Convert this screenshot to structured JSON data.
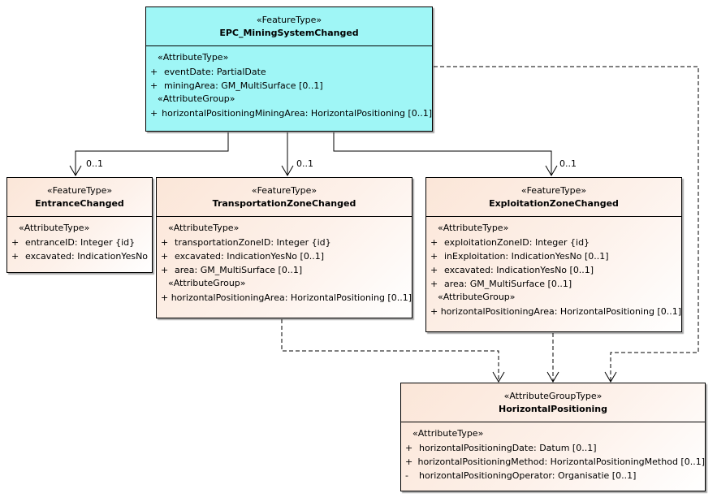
{
  "classes": {
    "epc": {
      "stereotype": "«FeatureType»",
      "name": "EPC_MiningSystemChanged",
      "groups": [
        {
          "label": "«AttributeType»",
          "attrs": [
            {
              "vis": "+",
              "text": "eventDate: PartialDate"
            },
            {
              "vis": "+",
              "text": "miningArea: GM_MultiSurface [0..1]"
            }
          ]
        },
        {
          "label": "«AttributeGroup»",
          "attrs": [
            {
              "vis": "+",
              "text": "horizontalPositioningMiningArea: HorizontalPositioning [0..1]"
            }
          ]
        }
      ]
    },
    "entrance": {
      "stereotype": "«FeatureType»",
      "name": "EntranceChanged",
      "groups": [
        {
          "label": "«AttributeType»",
          "attrs": [
            {
              "vis": "+",
              "text": "entranceID: Integer {id}"
            },
            {
              "vis": "+",
              "text": "excavated: IndicationYesNo"
            }
          ]
        }
      ]
    },
    "transport": {
      "stereotype": "«FeatureType»",
      "name": "TransportationZoneChanged",
      "groups": [
        {
          "label": "«AttributeType»",
          "attrs": [
            {
              "vis": "+",
              "text": "transportationZoneID: Integer {id}"
            },
            {
              "vis": "+",
              "text": "excavated: IndicationYesNo [0..1]"
            },
            {
              "vis": "+",
              "text": "area: GM_MultiSurface [0..1]"
            }
          ]
        },
        {
          "label": "«AttributeGroup»",
          "attrs": [
            {
              "vis": "+",
              "text": "horizontalPositioningArea: HorizontalPositioning [0..1]"
            }
          ]
        }
      ]
    },
    "exploit": {
      "stereotype": "«FeatureType»",
      "name": "ExploitationZoneChanged",
      "groups": [
        {
          "label": "«AttributeType»",
          "attrs": [
            {
              "vis": "+",
              "text": "exploitationZoneID: Integer {id}"
            },
            {
              "vis": "+",
              "text": "inExploitation: IndicationYesNo [0..1]"
            },
            {
              "vis": "+",
              "text": "excavated: IndicationYesNo [0..1]"
            },
            {
              "vis": "+",
              "text": "area: GM_MultiSurface [0..1]"
            }
          ]
        },
        {
          "label": "«AttributeGroup»",
          "attrs": [
            {
              "vis": "+",
              "text": "horizontalPositioningArea: HorizontalPositioning [0..1]"
            }
          ]
        }
      ]
    },
    "hpos": {
      "stereotype": "«AttributeGroupType»",
      "name": "HorizontalPositioning",
      "groups": [
        {
          "label": "«AttributeType»",
          "attrs": [
            {
              "vis": "+",
              "text": "horizontalPositioningDate: Datum [0..1]"
            },
            {
              "vis": "+",
              "text": "horizontalPositioningMethod: HorizontalPositioningMethod [0..1]"
            },
            {
              "vis": "-",
              "text": "horizontalPositioningOperator: Organisatie [0..1]"
            }
          ]
        }
      ]
    }
  },
  "multiplicities": {
    "to_entrance": "0..1",
    "to_transport": "0..1",
    "to_exploit": "0..1"
  }
}
